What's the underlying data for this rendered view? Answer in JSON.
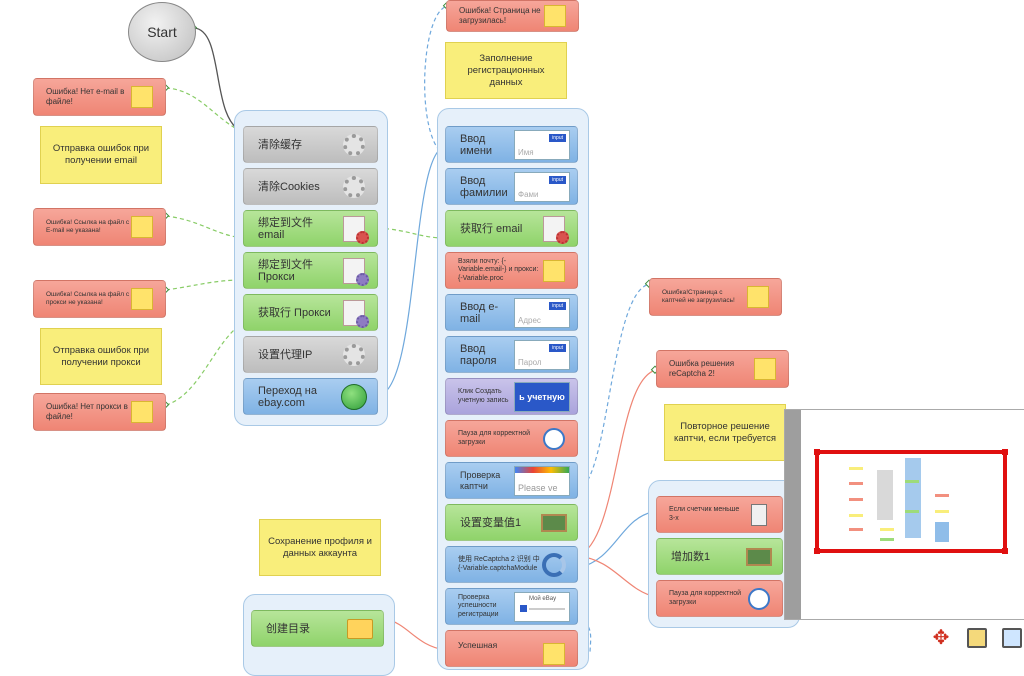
{
  "start": {
    "label": "Start"
  },
  "group_left": {
    "nodes": [
      {
        "label": "清除缓存",
        "color": "gray",
        "icon": "gear-icon"
      },
      {
        "label": "清除Cookies",
        "color": "gray",
        "icon": "gear-icon"
      },
      {
        "label": "绑定到文件 email",
        "color": "green",
        "icon": "document-icon"
      },
      {
        "label": "绑定到文件 Прокси",
        "color": "green",
        "icon": "document-purple-icon"
      },
      {
        "label": "获取行 Прокси",
        "color": "green",
        "icon": "document-purple-icon"
      },
      {
        "label": "设置代理IP",
        "color": "gray",
        "icon": "gear-icon"
      },
      {
        "label": "Переход на ebay.com",
        "color": "blue",
        "icon": "globe-icon"
      }
    ]
  },
  "group_mid": {
    "nodes": [
      {
        "label": "Ввод имени",
        "color": "blue",
        "widget": {
          "tag": "input",
          "text": "Имя"
        }
      },
      {
        "label": "Ввод фамилии",
        "color": "blue",
        "widget": {
          "tag": "input",
          "text": "Фами"
        }
      },
      {
        "label": "获取行 email",
        "color": "green",
        "icon": "document-icon"
      },
      {
        "label": "Взяли почту: {-Variable.email-} и прокси: {-Variable.proс",
        "color": "red",
        "icon": "note-icon"
      },
      {
        "label": "Ввод e-mail",
        "color": "blue",
        "widget": {
          "tag": "input",
          "text": "Адрес"
        }
      },
      {
        "label": "Ввод пароля",
        "color": "blue",
        "widget": {
          "tag": "input",
          "text": "Парол"
        }
      },
      {
        "label": "Клик Создать учетную запись",
        "color": "purple",
        "widget": {
          "button": "ь учетную"
        }
      },
      {
        "label": "Пауза для корректной загрузки",
        "color": "red",
        "icon": "clock-icon"
      },
      {
        "label": "Проверка каптчи",
        "color": "blue",
        "widget": {
          "captcha": "Please ve"
        }
      },
      {
        "label": "设置变量值1",
        "color": "green",
        "icon": "board-icon"
      },
      {
        "label": "使用 ReCaptcha 2 识别 中 {-Variable.captchaModule",
        "color": "blue",
        "icon": "recaptcha-icon"
      },
      {
        "label": "Проверка успешности регистрации",
        "color": "blue",
        "widget": {
          "mini": "Мой eBay"
        }
      },
      {
        "label": "Успешная",
        "color": "red",
        "icon": "note-icon"
      }
    ]
  },
  "group_right": {
    "nodes": [
      {
        "label": "Если счетчик меньше 3-х",
        "color": "red",
        "icon": "lcd-icon"
      },
      {
        "label": "增加数1",
        "color": "green",
        "icon": "board-icon"
      },
      {
        "label": "Пауза для корректной загрузки",
        "color": "red",
        "icon": "clock-icon"
      }
    ]
  },
  "group_bottom": {
    "nodes": [
      {
        "label": "创建目录",
        "color": "green",
        "icon": "folder-icon"
      }
    ]
  },
  "errors": [
    {
      "id": "no-email",
      "text": "Ошибка! Нет e-mail в файле!"
    },
    {
      "id": "email-link",
      "text": "Ошибка! Ссылка на файл с E-mail не указана!"
    },
    {
      "id": "proxy-link",
      "text": "Ошибка! Ссылка на файл с прокси не указана!"
    },
    {
      "id": "no-proxy",
      "text": "Ошибка! Нет прокси в файле!"
    },
    {
      "id": "page-not-loaded",
      "text": "Ошибка! Страница не загрузилась!"
    },
    {
      "id": "captcha-page",
      "text": "Ошибка!Страница с каптчей не загрузилась!"
    },
    {
      "id": "recaptcha-fail",
      "text": "Ошибка решения reCaptcha 2!"
    }
  ],
  "comments": [
    {
      "id": "email-errors",
      "text": "Отправка ошибок при получении email"
    },
    {
      "id": "proxy-errors",
      "text": "Отправка ошибок при получении прокси"
    },
    {
      "id": "fill-form",
      "text": "Заполнение регистрационных данных"
    },
    {
      "id": "retry-captcha",
      "text": "Повторное решение каптчи, если требуется"
    },
    {
      "id": "save-profile",
      "text": "Сохранение профиля и данных аккаунта"
    }
  ],
  "colors": {
    "gray": "#c9c9c9",
    "green": "#9ddb7a",
    "blue": "#8fbde9",
    "red": "#f2907f",
    "purple": "#b7b0e2",
    "comment": "#f9ee7b",
    "group": "#e6f0fa",
    "minimap_frame": "#e01010"
  },
  "toolbar": {
    "icons": [
      "move-icon",
      "hourglass-icon",
      "fullscreen-icon"
    ]
  }
}
